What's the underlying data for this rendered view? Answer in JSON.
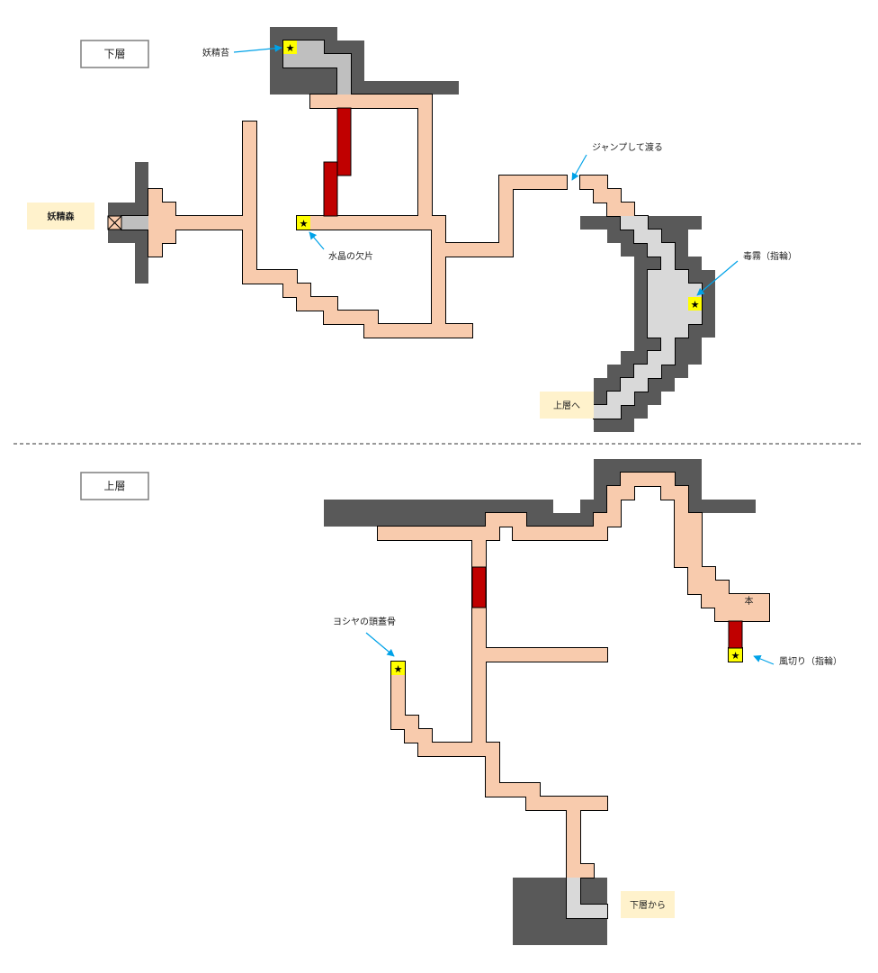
{
  "floors": {
    "lower": {
      "label": "下層"
    },
    "upper": {
      "label": "上層"
    }
  },
  "places": {
    "fairy_forest": "妖精森",
    "to_upper": "上層へ",
    "from_lower": "下層から",
    "book": "本"
  },
  "annotations": {
    "fairy_moss": "妖精苔",
    "crystal_shard": "水晶の欠片",
    "jump_across": "ジャンプして渡る",
    "poison_mist_ring": "毒霧（指輪）",
    "yoshiya_skull": "ヨシヤの頭蓋骨",
    "wind_cut_ring": "風切り（指輪）"
  },
  "colors": {
    "path": "#f8cbad",
    "wall": "#595959",
    "floor_gray": "#d9d9d9",
    "floor_gray_dark": "#bfbfbf",
    "hazard": "#c00000",
    "item": "#ffff00",
    "label_bg": "#fff2cc",
    "arrow": "#00a2e8"
  },
  "icons": [
    "star-icon",
    "blocked-door-icon",
    "arrow-icon"
  ]
}
